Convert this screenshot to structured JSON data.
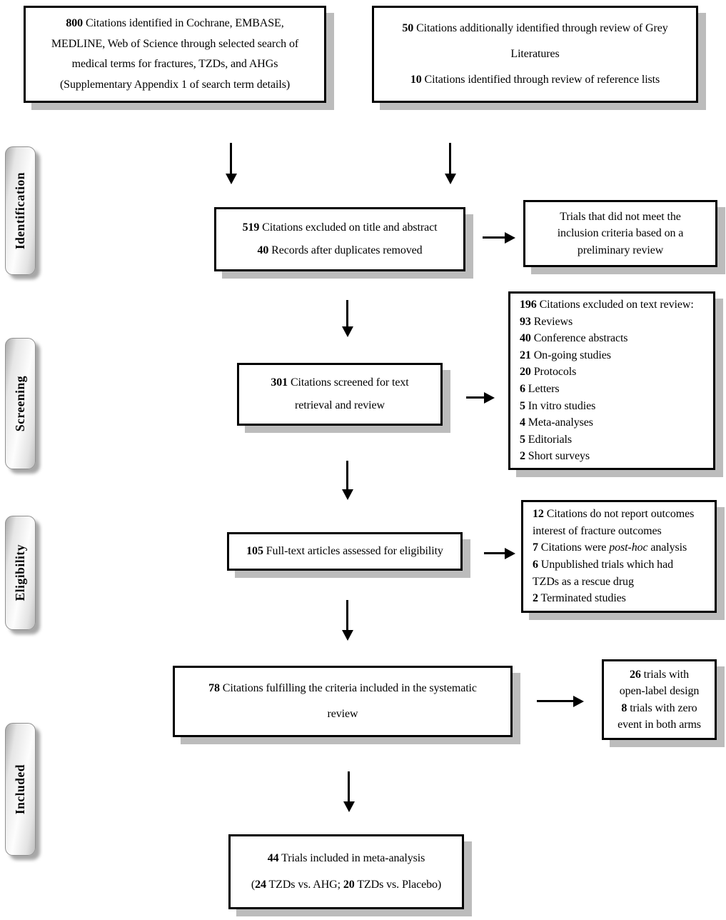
{
  "figure": {
    "background_color": "#ffffff",
    "box_border_color": "#000000",
    "box_shadow_color": "#bcbcbc"
  },
  "stages": [
    {
      "label": "Identification"
    },
    {
      "label": "Screening"
    },
    {
      "label": "Eligibility"
    },
    {
      "label": "Included"
    }
  ],
  "boxes": {
    "sources_db": {
      "lines": [
        [
          {
            "t": "800",
            "b": true
          },
          {
            "t": " Citations identified in Cochrane, EMBASE,"
          }
        ],
        [
          {
            "t": "MEDLINE, Web of Science through selected search of"
          }
        ],
        [
          {
            "t": "medical terms for fractures, TZDs, and AHGs"
          }
        ],
        [
          {
            "t": "(Supplementary Appendix 1 of search term details)"
          }
        ]
      ]
    },
    "sources_grey": {
      "lines": [
        [
          {
            "t": "50",
            "b": true
          },
          {
            "t": " Citations additionally identified through review of Grey"
          }
        ],
        [
          {
            "t": "Literatures"
          }
        ],
        [
          {
            "t": "10",
            "b": true
          },
          {
            "t": " Citations identified through review of reference lists"
          }
        ]
      ]
    },
    "title_abstract_excluded": {
      "lines": [
        [
          {
            "t": "519",
            "b": true
          },
          {
            "t": " Citations excluded on title and abstract"
          }
        ],
        [
          {
            "t": "40",
            "b": true
          },
          {
            "t": " Records after duplicates removed"
          }
        ]
      ]
    },
    "preliminary_review": {
      "lines": [
        [
          {
            "t": "Trials that did not meet the"
          }
        ],
        [
          {
            "t": "inclusion criteria based on a"
          }
        ],
        [
          {
            "t": "preliminary review"
          }
        ]
      ]
    },
    "screened": {
      "lines": [
        [
          {
            "t": "301",
            "b": true
          },
          {
            "t": " Citations screened for text"
          }
        ],
        [
          {
            "t": "retrieval and review"
          }
        ]
      ]
    },
    "text_review_excluded": {
      "lines": [
        [
          {
            "t": "196",
            "b": true
          },
          {
            "t": " Citations excluded on text review:"
          }
        ],
        [
          {
            "t": "93",
            "b": true
          },
          {
            "t": " Reviews"
          }
        ],
        [
          {
            "t": "40",
            "b": true
          },
          {
            "t": " Conference abstracts"
          }
        ],
        [
          {
            "t": "21",
            "b": true
          },
          {
            "t": " On-going studies"
          }
        ],
        [
          {
            "t": "20",
            "b": true
          },
          {
            "t": " Protocols"
          }
        ],
        [
          {
            "t": "6",
            "b": true
          },
          {
            "t": " Letters"
          }
        ],
        [
          {
            "t": "5",
            "b": true
          },
          {
            "t": " In vitro studies"
          }
        ],
        [
          {
            "t": "4",
            "b": true
          },
          {
            "t": " Meta-analyses"
          }
        ],
        [
          {
            "t": "5",
            "b": true
          },
          {
            "t": " Editorials"
          }
        ],
        [
          {
            "t": "2",
            "b": true
          },
          {
            "t": " Short surveys"
          }
        ]
      ]
    },
    "full_text": {
      "lines": [
        [
          {
            "t": "105",
            "b": true
          },
          {
            "t": " Full-text articles assessed for eligibility"
          }
        ]
      ]
    },
    "eligibility_excluded": {
      "lines": [
        [
          {
            "t": "12",
            "b": true
          },
          {
            "t": " Citations do not report outcomes"
          }
        ],
        [
          {
            "t": "interest of fracture outcomes"
          }
        ],
        [
          {
            "t": "7",
            "b": true
          },
          {
            "t": " Citations were "
          },
          {
            "t": "post-hoc",
            "i": true
          },
          {
            "t": " analysis"
          }
        ],
        [
          {
            "t": "6",
            "b": true
          },
          {
            "t": " Unpublished trials which had"
          }
        ],
        [
          {
            "t": "TZDs as a rescue drug"
          }
        ],
        [
          {
            "t": "2",
            "b": true
          },
          {
            "t": " Terminated studies"
          }
        ]
      ]
    },
    "systematic_review": {
      "lines": [
        [
          {
            "t": "78",
            "b": true
          },
          {
            "t": " Citations fulfilling the criteria included in the systematic"
          }
        ],
        [
          {
            "t": "review"
          }
        ]
      ]
    },
    "open_label": {
      "lines": [
        [
          {
            "t": "26",
            "b": true
          },
          {
            "t": " trials with"
          }
        ],
        [
          {
            "t": "open-label design"
          }
        ],
        [
          {
            "t": "8",
            "b": true
          },
          {
            "t": " trials with zero"
          }
        ],
        [
          {
            "t": "event in both arms"
          }
        ]
      ]
    },
    "meta_analysis": {
      "lines": [
        [
          {
            "t": "44",
            "b": true
          },
          {
            "t": " Trials included in meta-analysis"
          }
        ],
        [
          {
            "t": "("
          },
          {
            "t": "24",
            "b": true
          },
          {
            "t": " TZDs vs. AHG; "
          },
          {
            "t": "20",
            "b": true
          },
          {
            "t": " TZDs vs. Placebo)"
          }
        ]
      ]
    }
  }
}
